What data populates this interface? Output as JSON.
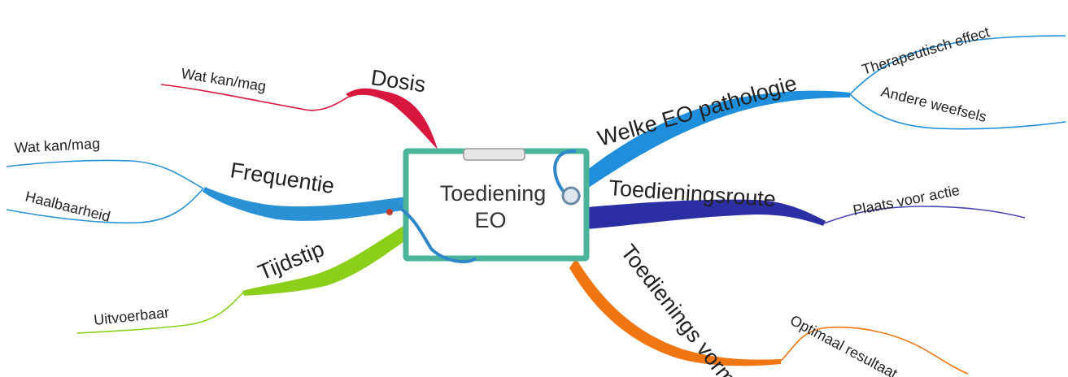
{
  "center": {
    "line1": "Toediening",
    "line2": "EO"
  },
  "branches": {
    "dosis": {
      "label": "Dosis",
      "color": "#d8173f",
      "subs": [
        "Wat kan/mag"
      ]
    },
    "frequentie": {
      "label": "Frequentie",
      "color": "#2a92d4",
      "subs": [
        "Wat kan/mag",
        "Haalbaarheid"
      ]
    },
    "tijdstip": {
      "label": "Tijdstip",
      "color": "#8ccf1a",
      "subs": [
        "Uitvoerbaar"
      ]
    },
    "pathologie": {
      "label": "Welke EO pathologie",
      "color": "#1f8fdc",
      "subs": [
        "Therapeutisch effect",
        "Andere weefsels"
      ]
    },
    "route": {
      "label": "Toedieningsroute",
      "color": "#2c2fa3",
      "subs": [
        "Plaats voor actie"
      ]
    },
    "vorm": {
      "label": "Toedienings vorm",
      "color": "#f07612",
      "subs": [
        "Optimaal resultaat"
      ]
    }
  },
  "clipboard_color": "#4bb39a",
  "stethoscope_color": "#2f86c8"
}
